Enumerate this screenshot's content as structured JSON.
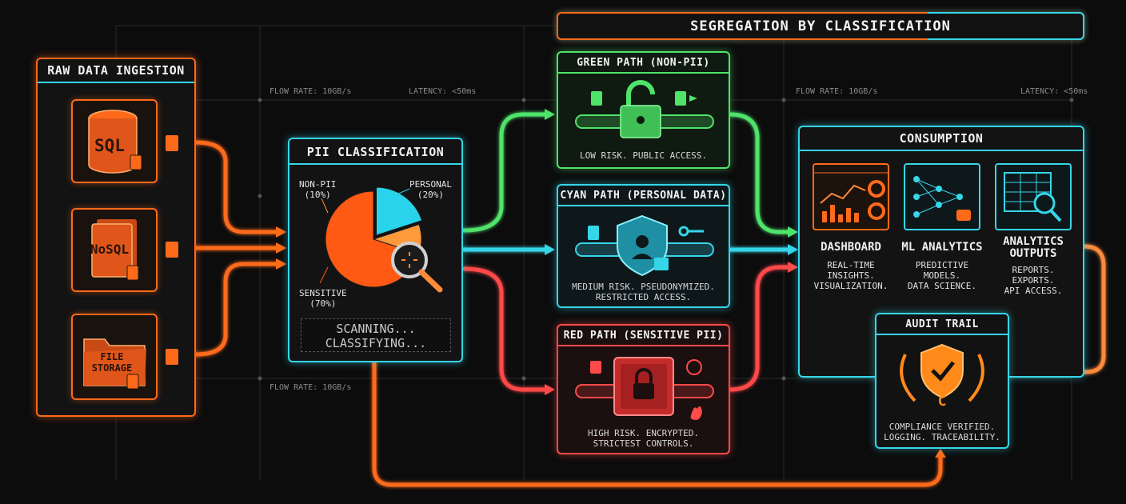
{
  "banner": "SEGREGATION BY CLASSIFICATION",
  "ingestion": {
    "title": "RAW DATA INGESTION",
    "sources": [
      "SQL",
      "NoSQL",
      "FILE STORAGE"
    ]
  },
  "classification": {
    "title": "PII CLASSIFICATION",
    "segments": [
      {
        "label": "NON-PII",
        "pct": "(10%)",
        "value": 10,
        "color": "#ff9a3c"
      },
      {
        "label": "PERSONAL",
        "pct": "(20%)",
        "value": 20,
        "color": "#29d3ec"
      },
      {
        "label": "SENSITIVE",
        "pct": "(70%)",
        "value": 70,
        "color": "#ff5a14"
      }
    ],
    "status_line1": "SCANNING...",
    "status_line2": "CLASSIFYING..."
  },
  "paths": {
    "green": {
      "title": "GREEN PATH (NON-PII)",
      "desc": "LOW RISK. PUBLIC ACCESS."
    },
    "cyan": {
      "title": "CYAN PATH (PERSONAL DATA)",
      "desc_line1": "MEDIUM RISK. PSEUDONYMIZED.",
      "desc_line2": "RESTRICTED ACCESS."
    },
    "red": {
      "title": "RED PATH (SENSITIVE PII)",
      "desc_line1": "HIGH RISK. ENCRYPTED.",
      "desc_line2": "STRICTEST CONTROLS."
    }
  },
  "metrics": {
    "flow_rate_1": "FLOW RATE: 10GB/s",
    "latency_1": "LATENCY: <50ms",
    "flow_rate_2": "FLOW RATE: 10GB/s",
    "latency_2": "LATENCY: <50ms",
    "flow_rate_3": "FLOW RATE: 10GB/s"
  },
  "consumption": {
    "title": "CONSUMPTION",
    "columns": [
      {
        "title": "DASHBOARD",
        "desc": [
          "REAL-TIME",
          "INSIGHTS.",
          "VISUALIZATION."
        ]
      },
      {
        "title": "ML ANALYTICS",
        "desc": [
          "PREDICTIVE",
          "MODELS.",
          "DATA SCIENCE."
        ]
      },
      {
        "title_line1": "ANALYTICS",
        "title_line2": "OUTPUTS",
        "desc": [
          "REPORTS.",
          "EXPORTS.",
          "API ACCESS."
        ]
      }
    ]
  },
  "audit": {
    "title": "AUDIT TRAIL",
    "desc_line1": "COMPLIANCE VERIFIED.",
    "desc_line2": "LOGGING. TRACEABILITY.",
    "seal_letter": "C"
  }
}
